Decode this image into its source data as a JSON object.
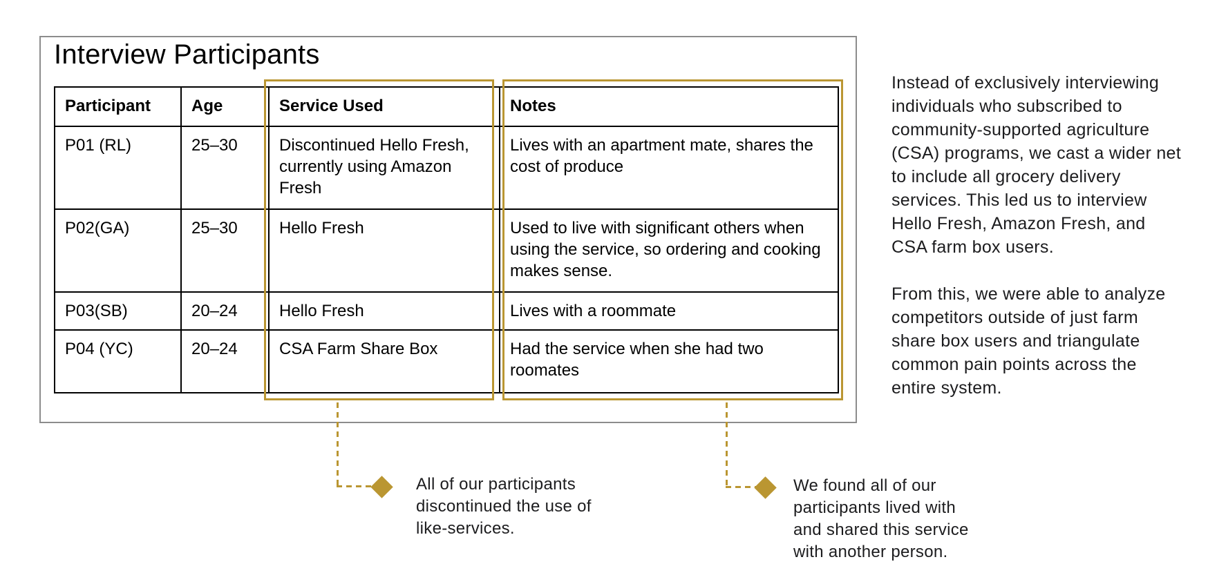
{
  "card": {
    "title": "Interview Participants"
  },
  "table": {
    "headers": [
      "Participant",
      "Age",
      "Service Used",
      "Notes"
    ],
    "rows": [
      {
        "participant": "P01 (RL)",
        "age": "25–30",
        "service": "Discontinued Hello Fresh, currently using Amazon Fresh",
        "notes": "Lives with an apartment mate, shares the cost of produce"
      },
      {
        "participant": "P02(GA)",
        "age": "25–30",
        "service": "Hello Fresh",
        "notes": "Used to live with significant others when using the service, so ordering and cooking makes sense."
      },
      {
        "participant": "P03(SB)",
        "age": "20–24",
        "service": "Hello Fresh",
        "notes": "Lives with a roommate"
      },
      {
        "participant": "P04 (YC)",
        "age": "20–24",
        "service": "CSA Farm Share Box",
        "notes": "Had the service when she had two roomates"
      }
    ]
  },
  "annotations": {
    "service_callout": "All of our participants\ndiscontinued the use of\nlike-services.",
    "notes_callout": "We found all of our\nparticipants lived with\nand shared this service\nwith another person."
  },
  "sidebar": {
    "paragraph1": "Instead of exclusively interviewing\nindividuals who subscribed to\ncommunity-supported agriculture\n(CSA) programs, we cast a wider net\nto include all grocery delivery\nservices. This led us to interview\nHello Fresh, Amazon Fresh, and\nCSA farm box users.",
    "paragraph2": "From this, we were able to analyze\ncompetitors outside of just farm\nshare box users and triangulate\ncommon pain points across the\nentire system."
  },
  "colors": {
    "gold": "#BA9632",
    "frame_gray": "#8C8C8C"
  }
}
